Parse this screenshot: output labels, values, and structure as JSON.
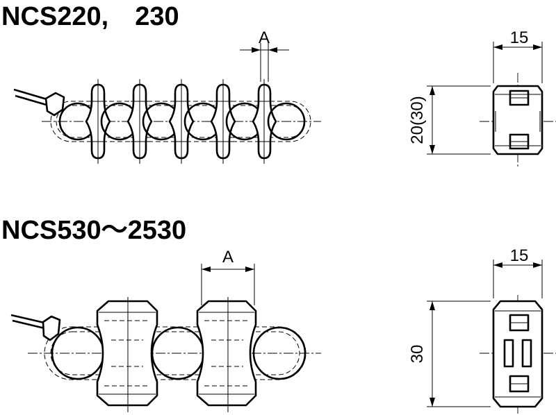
{
  "titles": {
    "top": "NCS220,　230",
    "bottom": "NCS530～2530"
  },
  "dimensions": {
    "top_pitch": "A",
    "top_width": "15",
    "top_height": "20(30)",
    "bottom_pitch": "A",
    "bottom_width": "15",
    "bottom_height": "30"
  }
}
